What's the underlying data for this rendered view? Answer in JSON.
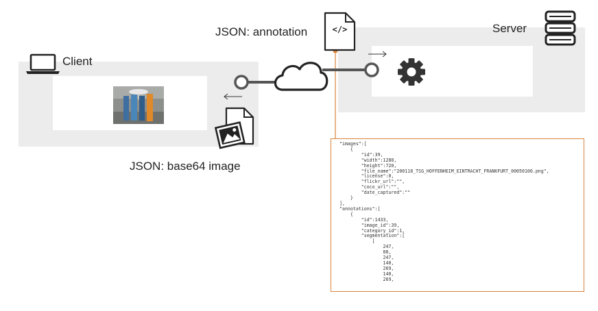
{
  "labels": {
    "client": "Client",
    "server": "Server",
    "json_annotation": "JSON: annotation",
    "json_base64": "JSON: base64 image",
    "code_glyph": "</>"
  },
  "colors": {
    "panel": "#ececec",
    "line": "#555555",
    "accent": "#d9823a"
  },
  "icons": [
    "laptop-icon",
    "server-icon",
    "gear-icon",
    "cloud-icon",
    "code-file-icon",
    "image-file-icon",
    "photo-thumbnail"
  ],
  "json_sample": [
    "\"images\":[",
    "    {",
    "        \"id\":39,",
    "        \"width\":1280,",
    "        \"height\":720,",
    "        \"file_name\":\"200118_TSG_HOFFENHEIM_EINTRACHT_FRANKFURT_00050100.png\",",
    "        \"license\":0,",
    "        \"flickr_url\":\"\",",
    "        \"coco_url\":\"\",",
    "        \"date_captured\":\"\"",
    "    }",
    "],",
    "\"annotations\":[",
    "    {",
    "        \"id\":1433,",
    "        \"image_id\":39,",
    "        \"category_id\":1,",
    "        \"segmentation\":[",
    "            [",
    "                247,",
    "                88,",
    "                247,",
    "                140,",
    "                269,",
    "                140,",
    "                269,"
  ]
}
